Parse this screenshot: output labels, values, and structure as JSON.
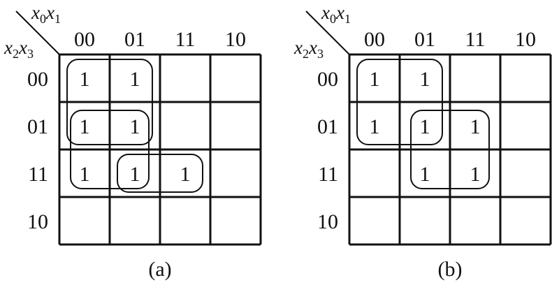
{
  "maps": [
    {
      "caption": "(a)",
      "col_var": [
        "x",
        "0",
        "x",
        "1"
      ],
      "row_var": [
        "x",
        "2",
        "x",
        "3"
      ],
      "col_labels": [
        "00",
        "01",
        "11",
        "10"
      ],
      "row_labels": [
        "00",
        "01",
        "11",
        "10"
      ],
      "cells": [
        [
          "1",
          "1",
          "",
          ""
        ],
        [
          "1",
          "1",
          "",
          ""
        ],
        [
          "1",
          "1",
          "1",
          ""
        ],
        [
          "",
          "",
          "",
          ""
        ]
      ],
      "groups": [
        {
          "rows": [
            0,
            1
          ],
          "cols": [
            0,
            1
          ]
        },
        {
          "rows": [
            1,
            2
          ],
          "cols": [
            0,
            1
          ]
        },
        {
          "rows": [
            2,
            2
          ],
          "cols": [
            1,
            2
          ]
        }
      ]
    },
    {
      "caption": "(b)",
      "col_var": [
        "x",
        "0",
        "x",
        "1"
      ],
      "row_var": [
        "x",
        "2",
        "x",
        "3"
      ],
      "col_labels": [
        "00",
        "01",
        "11",
        "10"
      ],
      "row_labels": [
        "00",
        "01",
        "11",
        "10"
      ],
      "cells": [
        [
          "1",
          "1",
          "",
          ""
        ],
        [
          "1",
          "1",
          "1",
          ""
        ],
        [
          "",
          "1",
          "1",
          ""
        ],
        [
          "",
          "",
          "",
          ""
        ]
      ],
      "groups": [
        {
          "rows": [
            0,
            1
          ],
          "cols": [
            0,
            1
          ]
        },
        {
          "rows": [
            1,
            2
          ],
          "cols": [
            1,
            2
          ]
        }
      ]
    }
  ]
}
